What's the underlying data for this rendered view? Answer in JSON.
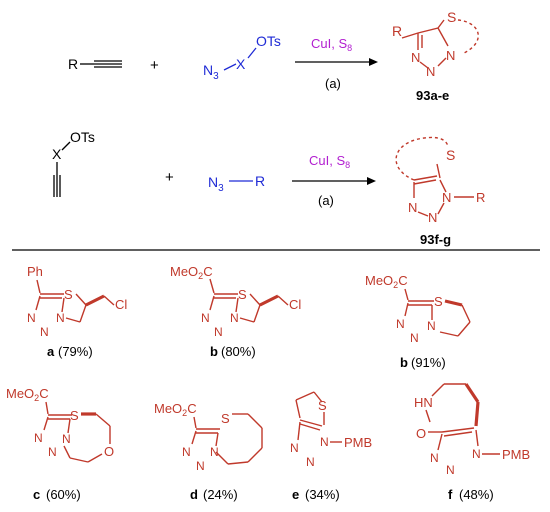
{
  "colors": {
    "product": "#c0392b",
    "reagent": "#1f2bd6",
    "catalyst": "#b21fd0",
    "text": "#000000"
  },
  "scheme": {
    "row1": {
      "alkyne_R": "R",
      "plus": "+",
      "azide_n3": "N",
      "azide_n3_sub": "3",
      "azide_x": "X",
      "azide_ots": "OTs",
      "reagent_cui": "CuI, S",
      "reagent_s_sub": "8",
      "condition": "(a)",
      "product_R": "R",
      "product_S": "S",
      "product_N1": "N",
      "product_N2": "N",
      "product_N3": "N",
      "product_label": "93a-e"
    },
    "row2": {
      "x": "X",
      "ots": "OTs",
      "plus": "+",
      "azide_n3": "N",
      "azide_n3_sub": "3",
      "azide_R": "R",
      "reagent_cui": "CuI, S",
      "reagent_s_sub": "8",
      "condition": "(a)",
      "product_S": "S",
      "product_N1": "N",
      "product_N2": "N",
      "product_N3": "N",
      "product_R": "R",
      "product_label": "93f-g"
    }
  },
  "products": [
    {
      "letter": "a",
      "yield": "(79%)",
      "sub": "Ph",
      "cl": "Cl",
      "S": "S",
      "N": "N"
    },
    {
      "letter": "b",
      "yield": "(80%)",
      "sub": "MeO",
      "sub2": "C",
      "cl": "Cl",
      "S": "S",
      "N": "N"
    },
    {
      "letter": "b",
      "yield": "(91%)",
      "sub": "MeO",
      "sub2": "C",
      "S": "S",
      "N": "N"
    },
    {
      "letter": "c",
      "yield": "(60%)",
      "sub": "MeO",
      "sub2": "C",
      "S": "S",
      "O": "O",
      "N": "N"
    },
    {
      "letter": "d",
      "yield": "(24%)",
      "sub": "MeO",
      "sub2": "C",
      "S": "S",
      "N": "N"
    },
    {
      "letter": "e",
      "yield": "(34%)",
      "S": "S",
      "N": "N",
      "pmb": "PMB"
    },
    {
      "letter": "f",
      "yield": "(48%)",
      "hn": "HN",
      "o": "O",
      "N": "N",
      "pmb": "PMB"
    }
  ]
}
